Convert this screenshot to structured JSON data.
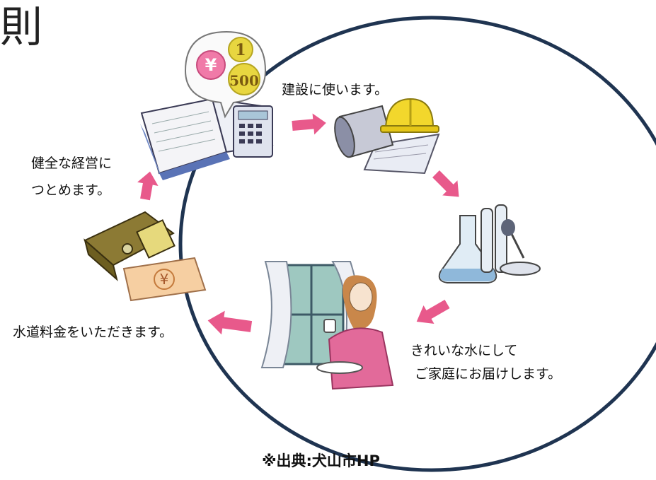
{
  "header": {
    "title_fragment": "則"
  },
  "cycle": {
    "steps": [
      {
        "id": "construction",
        "lines": [
          "建設に使います。"
        ]
      },
      {
        "id": "purification",
        "lines": [
          "きれいな水にして",
          "ご家庭にお届けします。"
        ]
      },
      {
        "id": "billing",
        "lines": [
          "水道料金をいただきます。"
        ]
      },
      {
        "id": "management",
        "lines": [
          "健全な経営に",
          "つとめます。"
        ]
      }
    ]
  },
  "illustrations": {
    "accounts_book": {
      "yen_symbol": "¥",
      "digits": [
        "1",
        "500"
      ]
    },
    "bill": {
      "yen_symbol": "¥"
    }
  },
  "source_note": "※出典:犬山市HP",
  "colors": {
    "ellipse_outline": "#1f3451",
    "arrow": "#e8598b",
    "text": "#111111"
  }
}
